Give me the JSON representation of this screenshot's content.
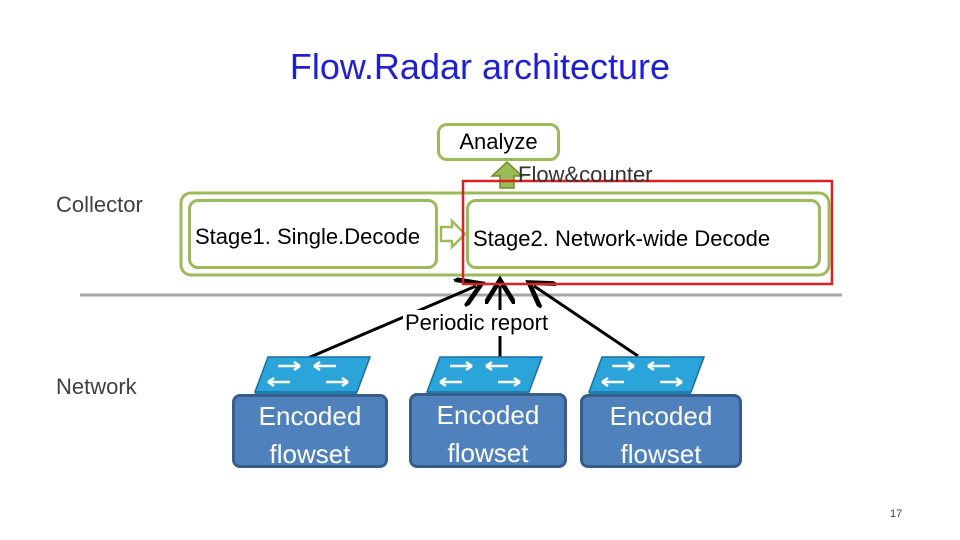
{
  "slide": {
    "title": "Flow.Radar architecture",
    "page_number": "17"
  },
  "layers": {
    "collector_label": "Collector",
    "network_label": "Network"
  },
  "collector": {
    "analyze_label": "Analyze",
    "flow_counter_label": "Flow&counter",
    "stage1_label": "Stage1. Single.Decode",
    "stage2_label": "Stage2. Network-wide Decode"
  },
  "network": {
    "periodic_report_label": "Periodic report",
    "flowsets": [
      {
        "line1": "Encoded",
        "line2": "flowset"
      },
      {
        "line1": "Encoded",
        "line2": "flowset"
      },
      {
        "line1": "Encoded",
        "line2": "flowset"
      }
    ]
  },
  "colors": {
    "title": "#1f1fd6",
    "box_border": "#9bbb59",
    "highlight": "#e02020",
    "flowset_fill": "#4f81bd",
    "switch_fill": "#2aa4d9"
  },
  "icons": [
    "network-switch-icon",
    "network-switch-icon",
    "network-switch-icon"
  ]
}
